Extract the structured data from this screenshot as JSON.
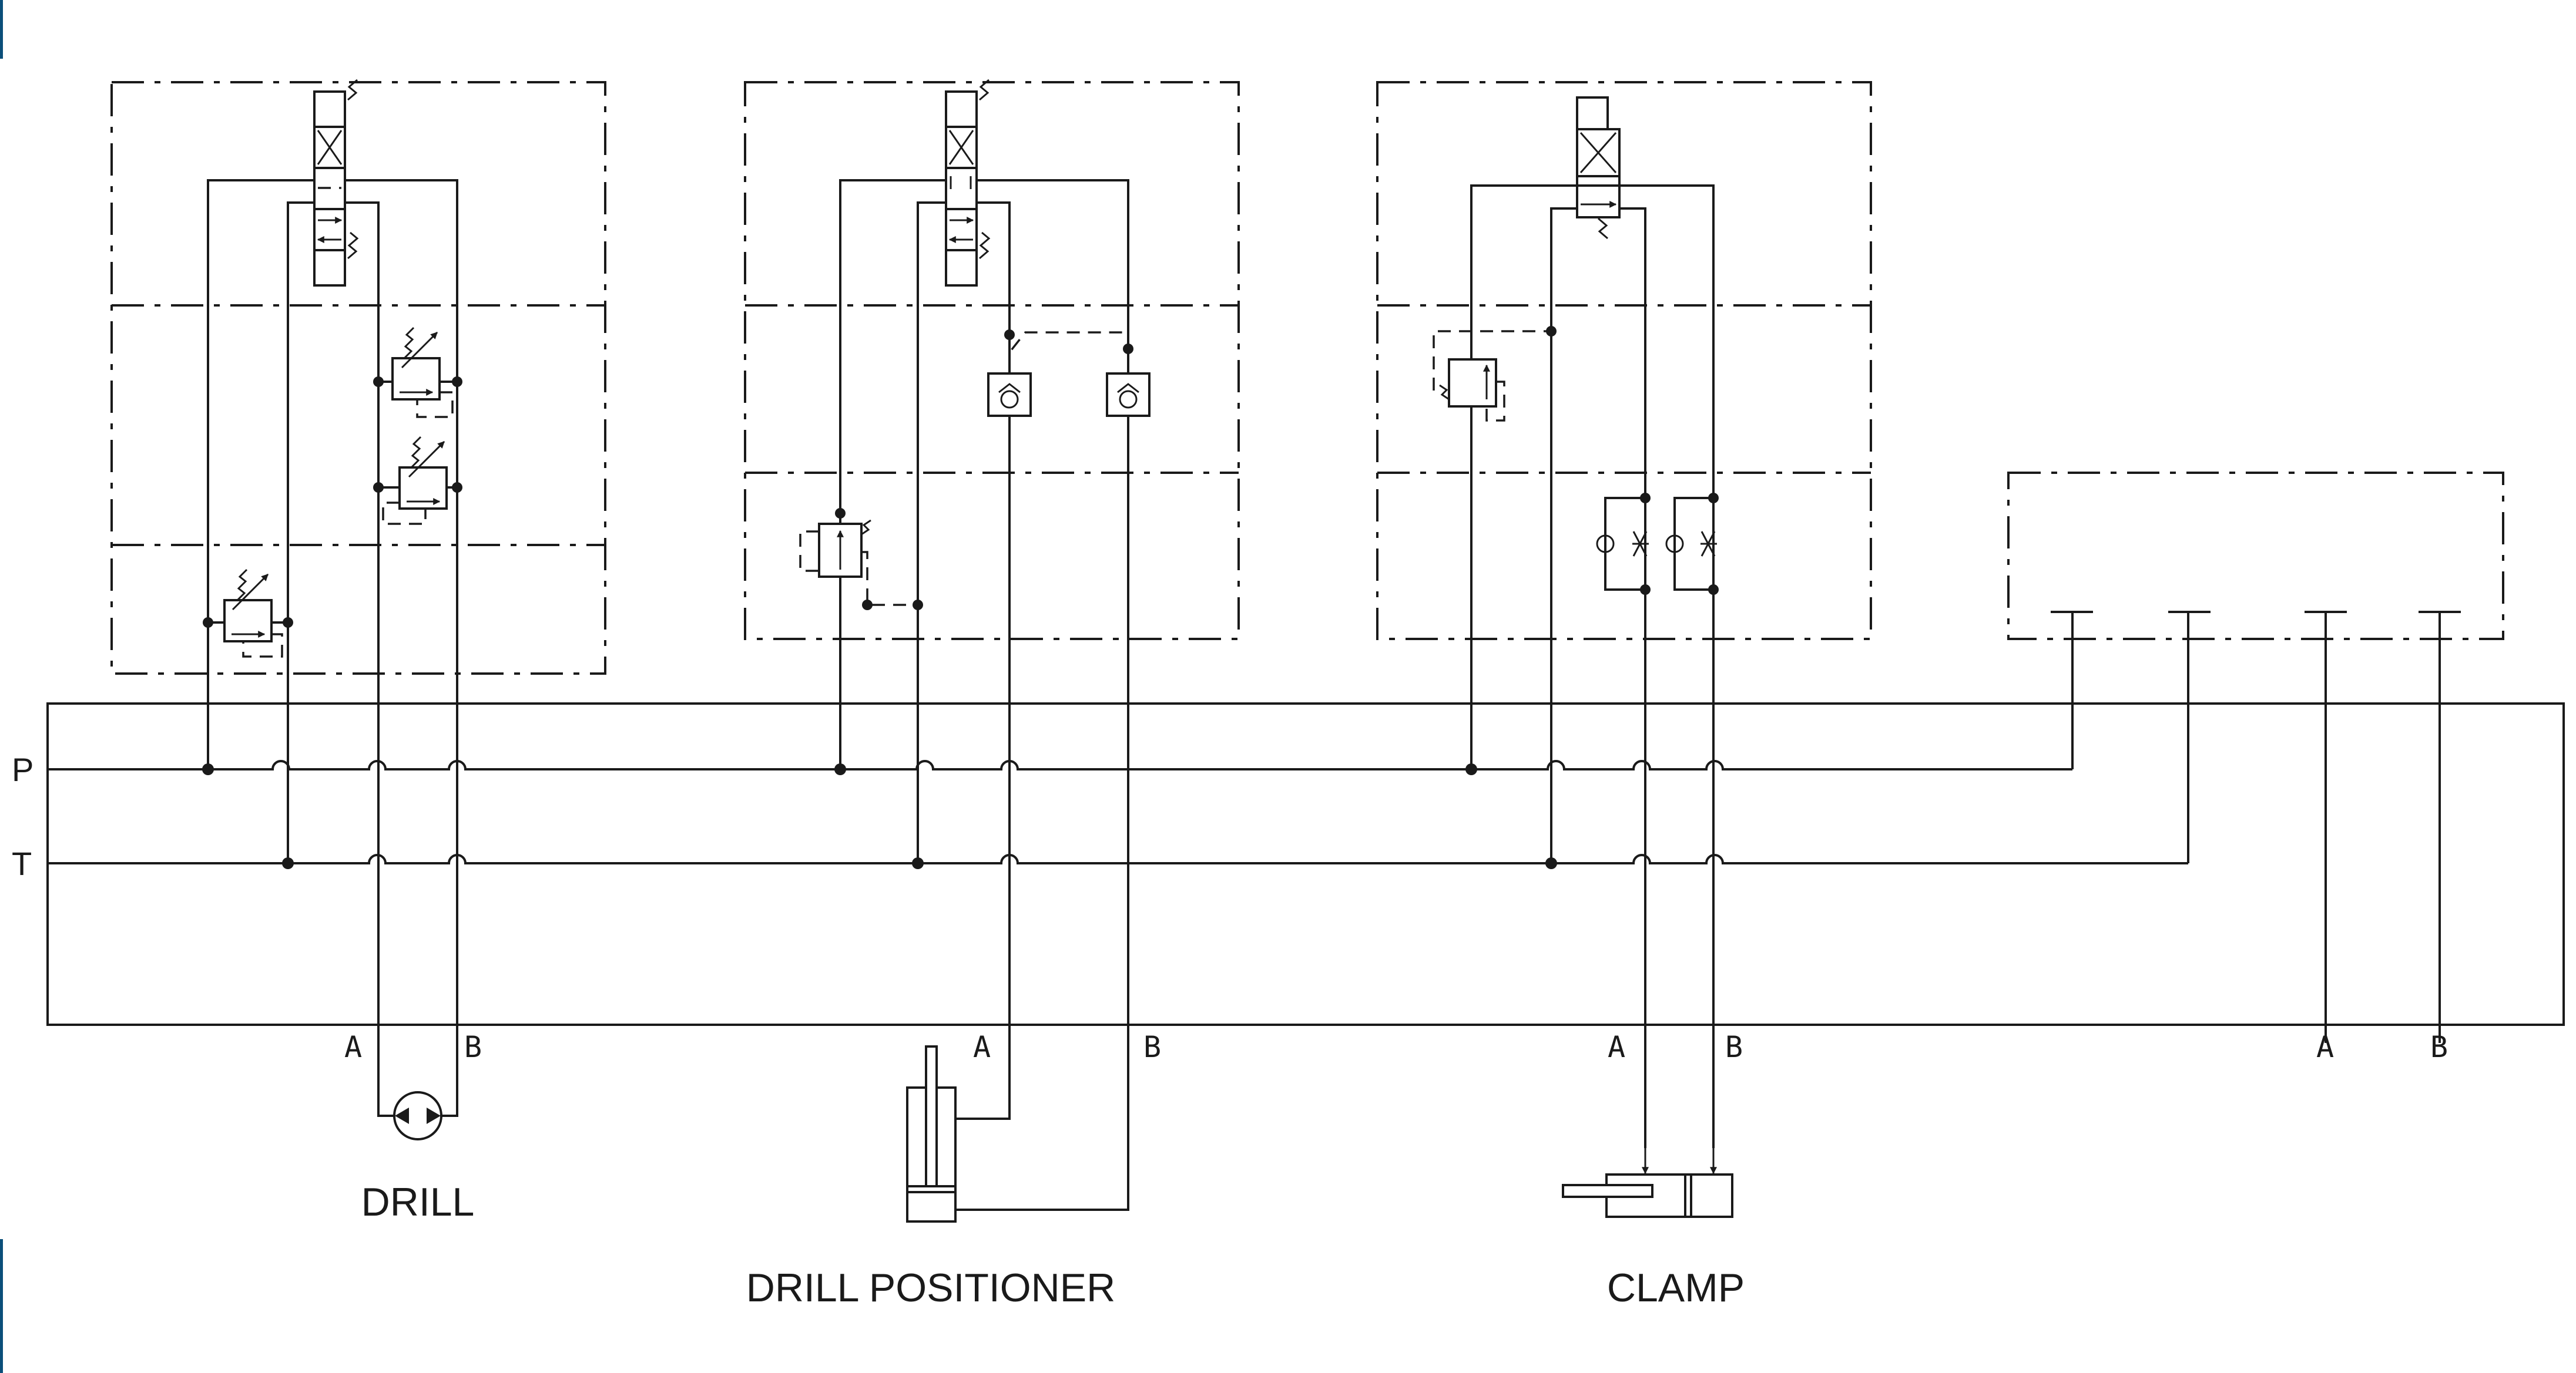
{
  "diagram": {
    "rails": {
      "pressure": "P",
      "tank": "T"
    },
    "circuits": [
      {
        "name": "DRILL",
        "ports": [
          "A",
          "B"
        ]
      },
      {
        "name": "DRILL POSITIONER",
        "ports": [
          "A",
          "B"
        ]
      },
      {
        "name": "CLAMP",
        "ports": [
          "A",
          "B"
        ]
      },
      {
        "name": "",
        "ports": [
          "A",
          "B"
        ]
      }
    ],
    "colors": {
      "line": "#1a1a1a",
      "background": "#ffffff",
      "edge_accent": "#0b4f7a"
    }
  }
}
